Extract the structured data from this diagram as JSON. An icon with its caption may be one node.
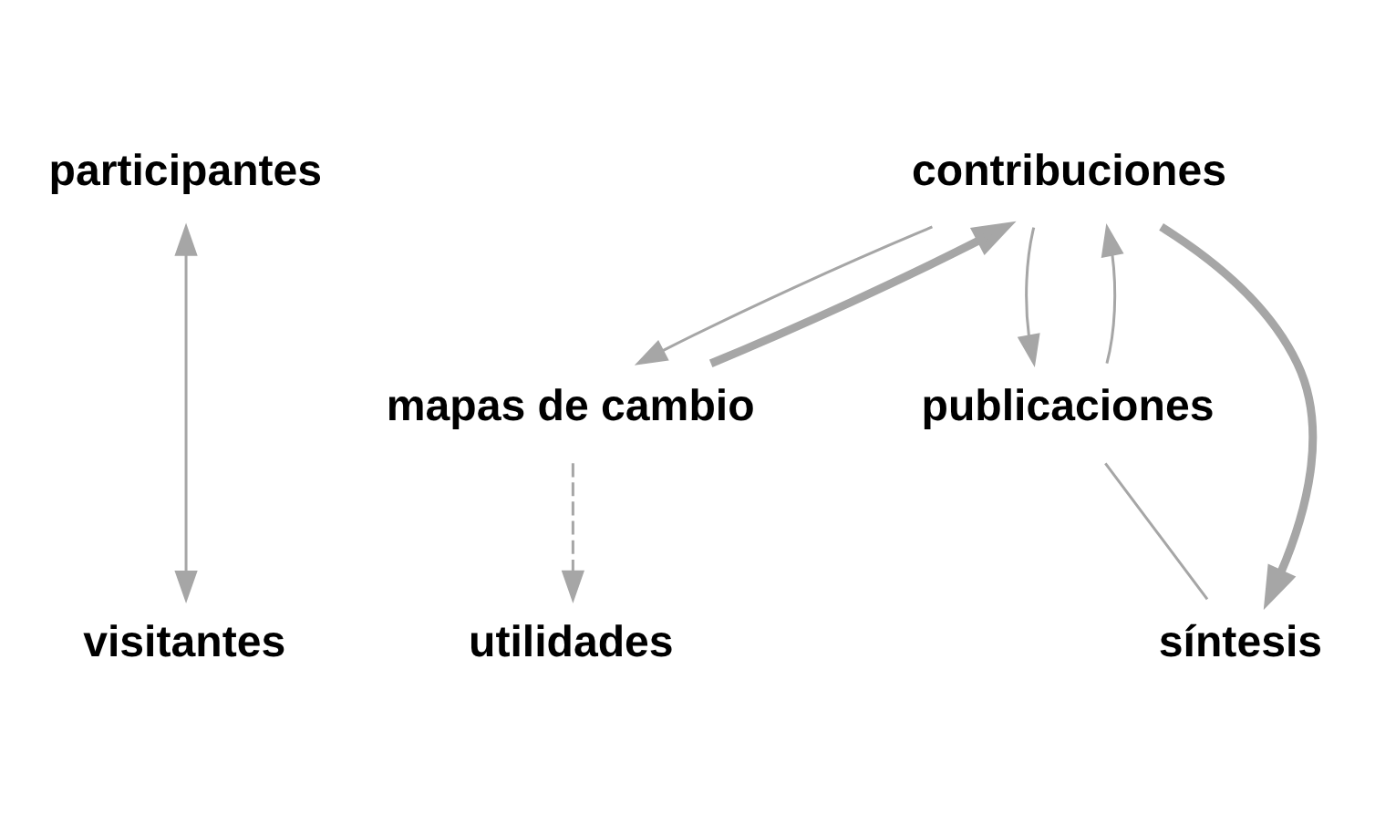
{
  "diagram": {
    "nodes": [
      {
        "text": [
          "participantes"
        ]
      },
      {
        "text": [
          "visitantes"
        ]
      },
      {
        "text": [
          "contribuciones"
        ]
      },
      {
        "text": [
          "mapas de cambio"
        ]
      },
      {
        "text": [
          "publicaciones"
        ]
      },
      {
        "text": [
          "utilidades"
        ]
      },
      {
        "text": [
          "síntesis"
        ]
      }
    ],
    "edges": [
      {
        "from": 0,
        "to": 1,
        "arrow": "both"
      },
      {
        "from": 3,
        "to": 2,
        "arrow": "to",
        "style": "thick"
      },
      {
        "from": 2,
        "to": 3,
        "arrow": "to"
      },
      {
        "from": 2,
        "to": 4,
        "arrow": "to"
      },
      {
        "from": 4,
        "to": 2,
        "arrow": "to"
      },
      {
        "from": 2,
        "to": 6,
        "arrow": "to",
        "style": "thick"
      },
      {
        "from": 4,
        "to": 6,
        "arrow": "none"
      },
      {
        "from": 3,
        "to": 5,
        "arrow": "to",
        "style": "dashed"
      }
    ]
  }
}
